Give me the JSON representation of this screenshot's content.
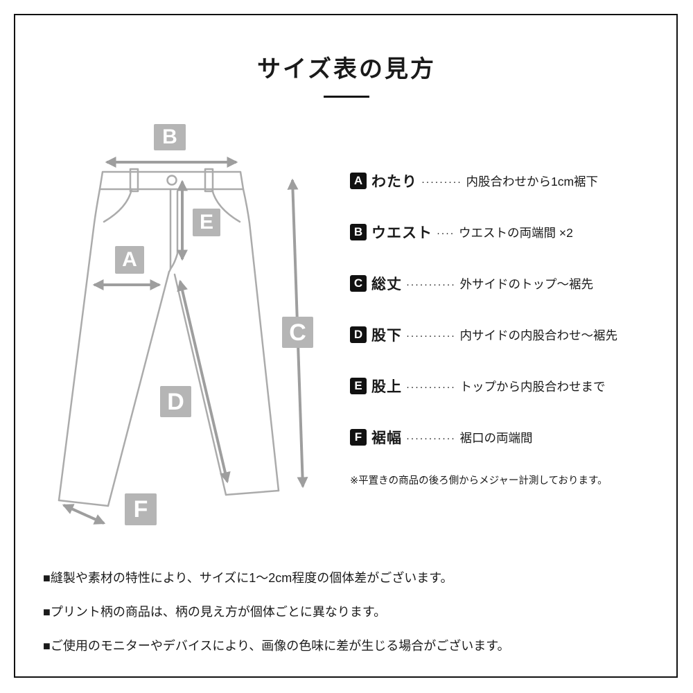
{
  "page": {
    "title": "サイズ表の見方"
  },
  "colors": {
    "text": "#1a1a1a",
    "pants_outline": "#ababab",
    "arrow": "#9e9e9e",
    "label_box": "#b5b5b5",
    "badge": "#111111"
  },
  "diagram": {
    "markers": {
      "a": "A",
      "b": "B",
      "c": "C",
      "d": "D",
      "e": "E",
      "f": "F"
    }
  },
  "legend": {
    "rows": [
      {
        "key": "A",
        "label": "わたり",
        "leader": "·········",
        "desc": "内股合わせから1cm裾下"
      },
      {
        "key": "B",
        "label": "ウエスト",
        "leader": "····",
        "desc": "ウエストの両端間 ×2"
      },
      {
        "key": "C",
        "label": "総丈",
        "leader": "···········",
        "desc": "外サイドのトップ〜裾先"
      },
      {
        "key": "D",
        "label": "股下",
        "leader": "···········",
        "desc": "内サイドの内股合わせ〜裾先"
      },
      {
        "key": "E",
        "label": "股上",
        "leader": "···········",
        "desc": "トップから内股合わせまで"
      },
      {
        "key": "F",
        "label": "裾幅",
        "leader": "···········",
        "desc": "裾口の両端間"
      }
    ],
    "note": "※平置きの商品の後ろ側からメジャー計測しております。"
  },
  "footnotes": [
    "■縫製や素材の特性により、サイズに1〜2cm程度の個体差がございます。",
    "■プリント柄の商品は、柄の見え方が個体ごとに異なります。",
    "■ご使用のモニターやデバイスにより、画像の色味に差が生じる場合がございます。"
  ]
}
